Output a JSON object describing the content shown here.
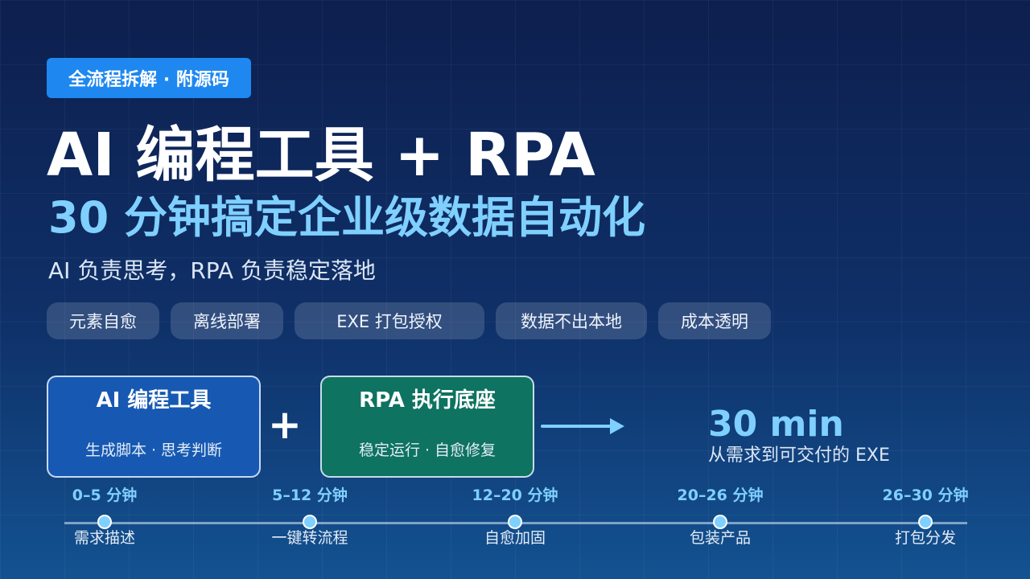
{
  "badge": "全流程拆解 · 附源码",
  "title_line1": "AI 编程工具 + RPA",
  "title_line2": "30 分钟搞定企业级数据自动化",
  "subtitle": "AI 负责思考，RPA 负责稳定落地",
  "tags": [
    "元素自愈",
    "离线部署",
    "EXE 打包授权",
    "数据不出本地",
    "成本透明"
  ],
  "cards": {
    "ai": {
      "title": "AI 编程工具",
      "desc": "生成脚本 · 思考判断"
    },
    "plus": "+",
    "rpa": {
      "title": "RPA 执行底座",
      "desc": "稳定运行 · 自愈修复"
    }
  },
  "result": {
    "value": "30 min",
    "desc": "从需求到可交付的 EXE"
  },
  "timeline": [
    {
      "time": "0–5 分钟",
      "label": "需求描述"
    },
    {
      "time": "5–12 分钟",
      "label": "一键转流程"
    },
    {
      "time": "12–20 分钟",
      "label": "自愈加固"
    },
    {
      "time": "20–26 分钟",
      "label": "包装产品"
    },
    {
      "time": "26–30 分钟",
      "label": "打包分发"
    }
  ],
  "colors": {
    "accent": "#7fd0ff",
    "badge": "#1e88f0",
    "card_ai": "#1759b2",
    "card_rpa": "#0e7361"
  }
}
